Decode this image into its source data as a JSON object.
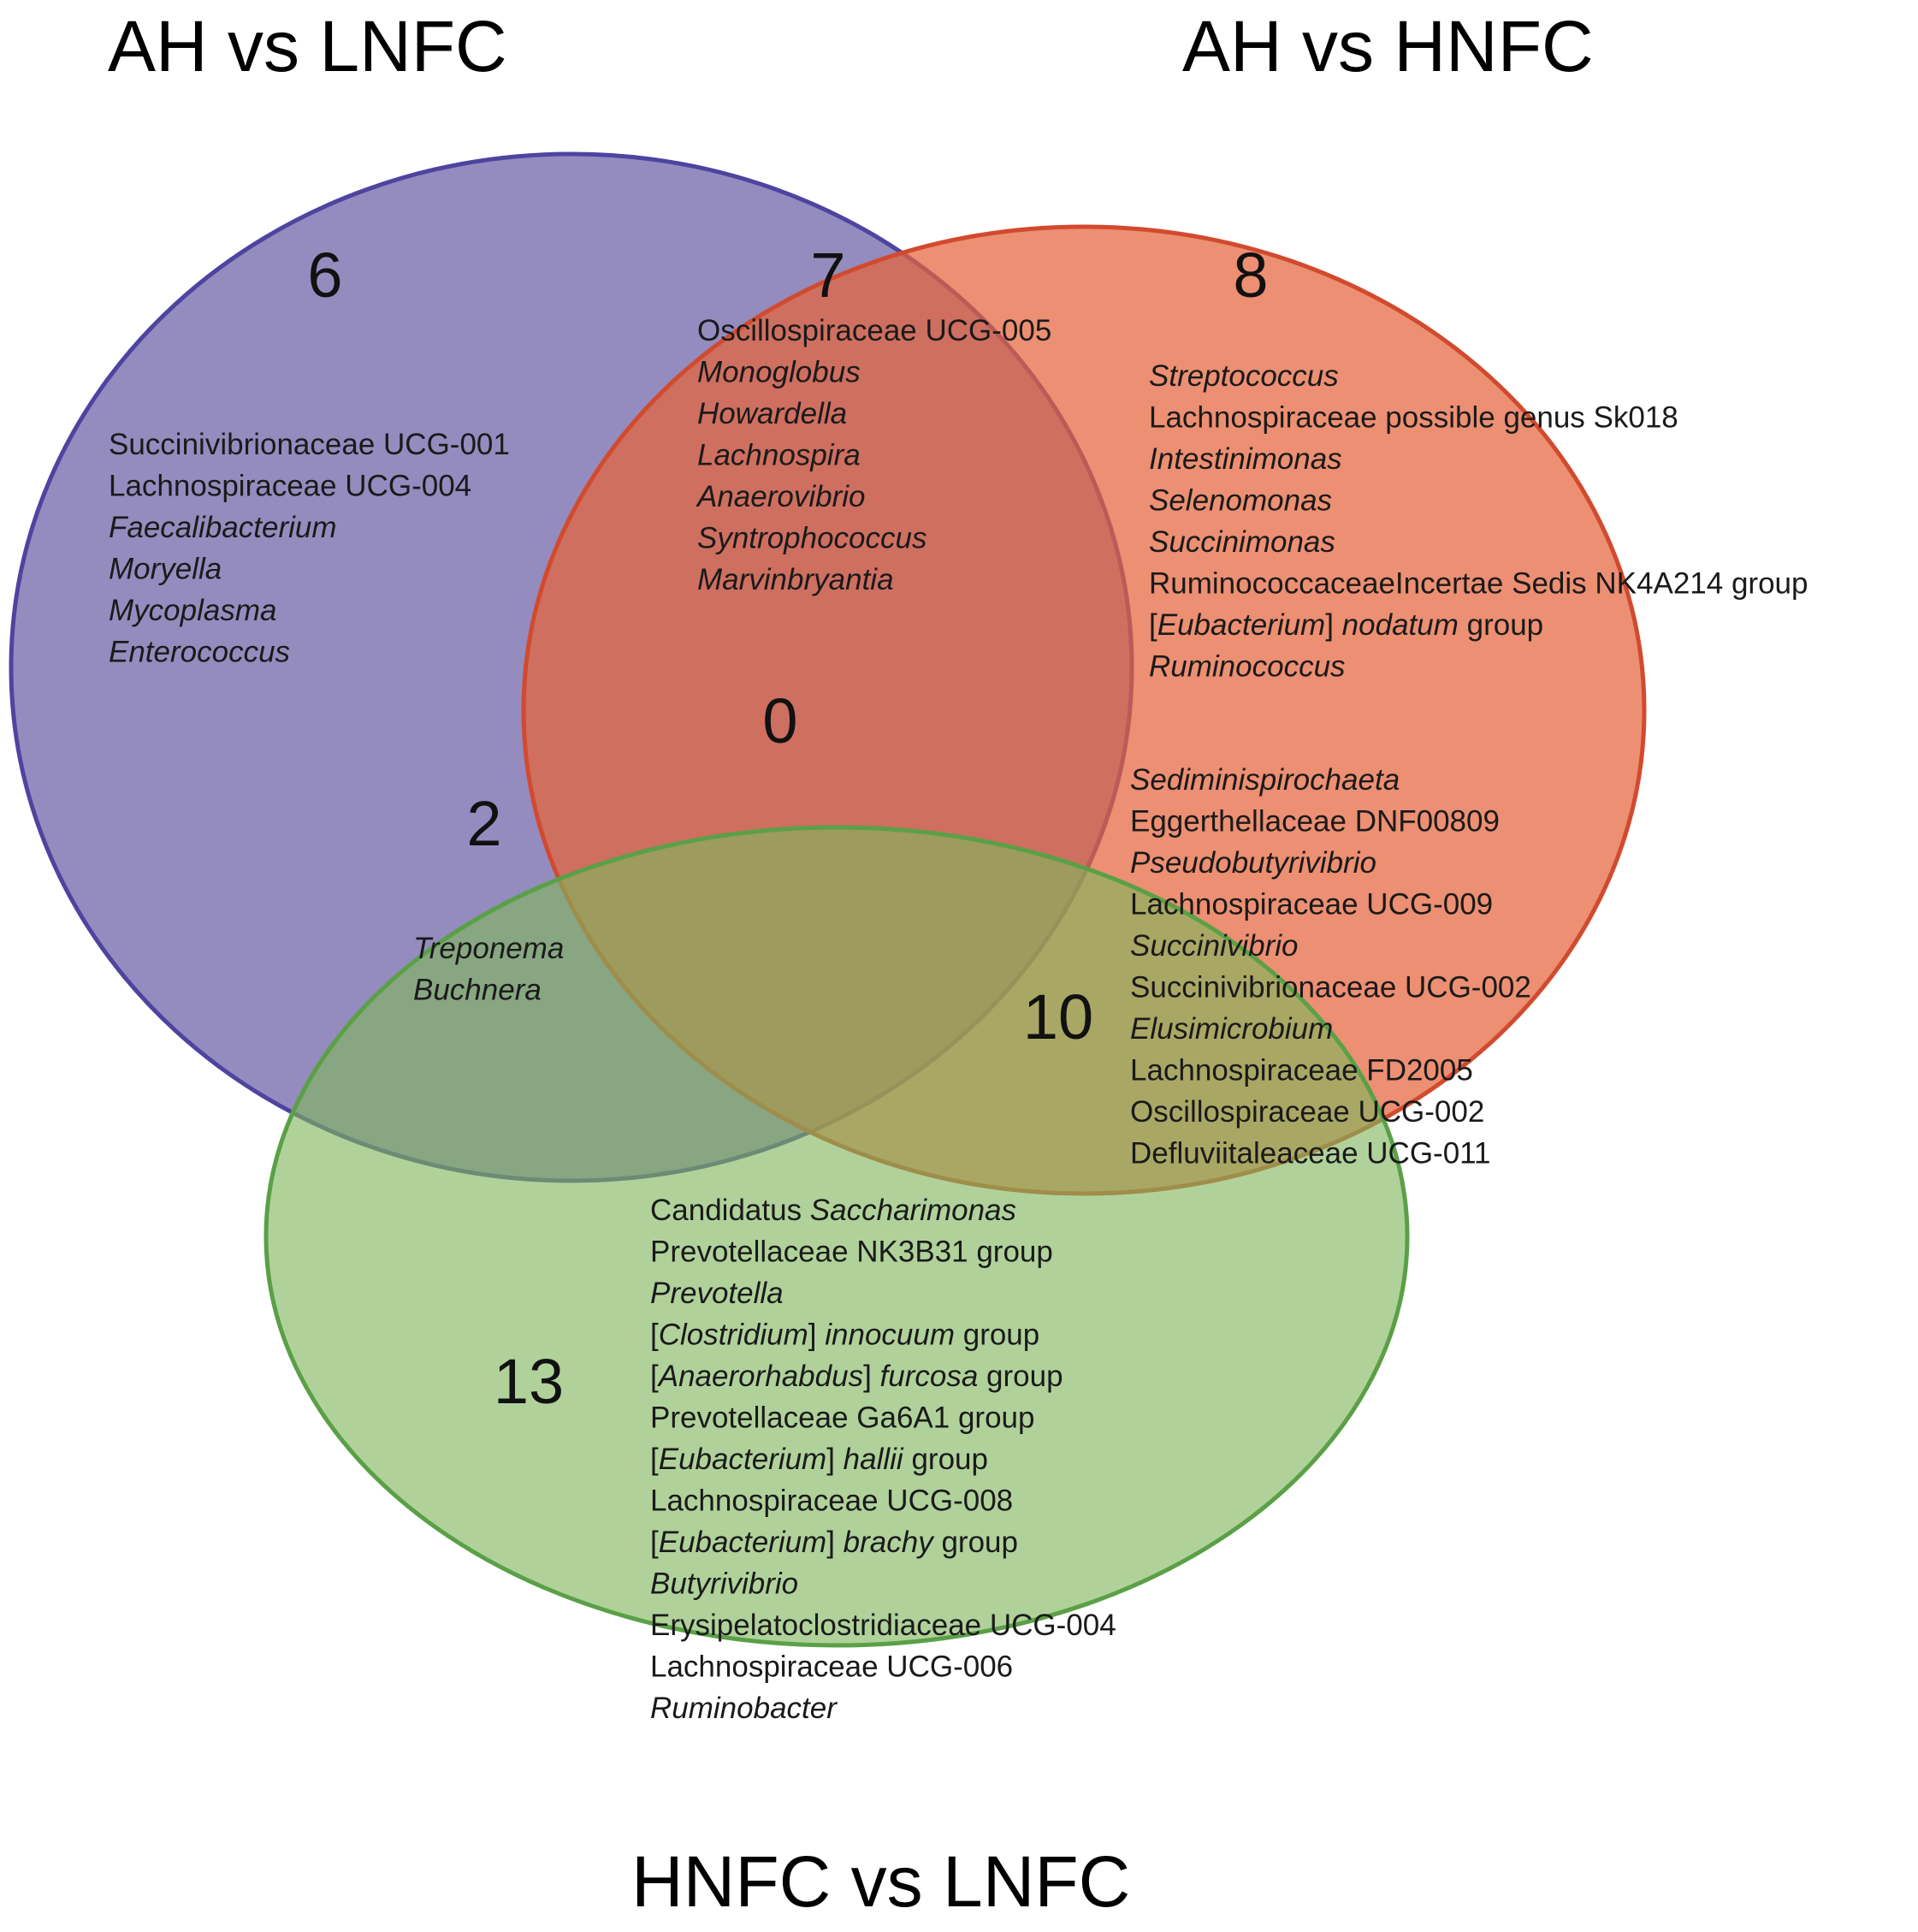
{
  "sets": [
    {
      "id": "A",
      "label": "AH vs LNFC",
      "color": "#6b5fa5",
      "stroke": "#4e44a0"
    },
    {
      "id": "B",
      "label": "AH vs HNFC",
      "color": "#e4643c",
      "stroke": "#d24a2e"
    },
    {
      "id": "C",
      "label": "HNFC vs LNFC",
      "color": "#7fb65c",
      "stroke": "#5aa046"
    }
  ],
  "regions": [
    {
      "id": "A_only",
      "count": "6",
      "taxa": [
        [
          {
            "t": "Succinivibrionaceae UCG-001"
          }
        ],
        [
          {
            "t": "Lachnospiraceae UCG-004"
          }
        ],
        [
          {
            "t": "Faecalibacterium",
            "i": true
          }
        ],
        [
          {
            "t": "Moryella",
            "i": true
          }
        ],
        [
          {
            "t": "Mycoplasma",
            "i": true
          }
        ],
        [
          {
            "t": "Enterococcus",
            "i": true
          }
        ]
      ]
    },
    {
      "id": "AB",
      "count": "7",
      "taxa": [
        [
          {
            "t": "Oscillospiraceae UCG-005"
          }
        ],
        [
          {
            "t": "Monoglobus",
            "i": true
          }
        ],
        [
          {
            "t": "Howardella",
            "i": true
          }
        ],
        [
          {
            "t": "Lachnospira",
            "i": true
          }
        ],
        [
          {
            "t": "Anaerovibrio",
            "i": true
          }
        ],
        [
          {
            "t": "Syntrophococcus",
            "i": true
          }
        ],
        [
          {
            "t": "Marvinbryantia",
            "i": true
          }
        ]
      ]
    },
    {
      "id": "B_only",
      "count": "8",
      "taxa": [
        [
          {
            "t": "Streptococcus",
            "i": true
          }
        ],
        [
          {
            "t": "Lachnospiraceae possible genus Sk018"
          }
        ],
        [
          {
            "t": "Intestinimonas",
            "i": true
          }
        ],
        [
          {
            "t": "Selenomonas",
            "i": true
          }
        ],
        [
          {
            "t": "Succinimonas",
            "i": true
          }
        ],
        [
          {
            "t": "RuminococcaceaeIncertae Sedis NK4A214 group"
          }
        ],
        [
          {
            "t": "["
          },
          {
            "t": "Eubacterium",
            "i": true
          },
          {
            "t": "] "
          },
          {
            "t": "nodatum",
            "i": true
          },
          {
            "t": " group"
          }
        ],
        [
          {
            "t": "Ruminococcus",
            "i": true
          }
        ]
      ]
    },
    {
      "id": "ABC",
      "count": "0",
      "taxa": []
    },
    {
      "id": "AC",
      "count": "2",
      "taxa": [
        [
          {
            "t": "Treponema",
            "i": true
          }
        ],
        [
          {
            "t": "Buchnera",
            "i": true
          }
        ]
      ]
    },
    {
      "id": "BC",
      "count": "10",
      "taxa": [
        [
          {
            "t": "Sediminispirochaeta",
            "i": true
          }
        ],
        [
          {
            "t": "Eggerthellaceae DNF00809"
          }
        ],
        [
          {
            "t": "Pseudobutyrivibrio",
            "i": true
          }
        ],
        [
          {
            "t": "Lachnospiraceae UCG-009"
          }
        ],
        [
          {
            "t": "Succinivibrio",
            "i": true
          }
        ],
        [
          {
            "t": "Succinivibrionaceae UCG-002"
          }
        ],
        [
          {
            "t": "Elusimicrobium",
            "i": true
          }
        ],
        [
          {
            "t": "Lachnospiraceae FD2005"
          }
        ],
        [
          {
            "t": "Oscillospiraceae UCG-002"
          }
        ],
        [
          {
            "t": "Defluviitaleaceae UCG-011"
          }
        ]
      ]
    },
    {
      "id": "C_only",
      "count": "13",
      "taxa": [
        [
          {
            "t": "Candidatus "
          },
          {
            "t": "Saccharimonas",
            "i": true
          }
        ],
        [
          {
            "t": "Prevotellaceae NK3B31 group"
          }
        ],
        [
          {
            "t": "Prevotella",
            "i": true
          }
        ],
        [
          {
            "t": "["
          },
          {
            "t": "Clostridium",
            "i": true
          },
          {
            "t": "] "
          },
          {
            "t": "innocuum",
            "i": true
          },
          {
            "t": " group"
          }
        ],
        [
          {
            "t": "["
          },
          {
            "t": "Anaerorhabdus",
            "i": true
          },
          {
            "t": "] "
          },
          {
            "t": "furcosa",
            "i": true
          },
          {
            "t": " group"
          }
        ],
        [
          {
            "t": "Prevotellaceae Ga6A1 group"
          }
        ],
        [
          {
            "t": "["
          },
          {
            "t": "Eubacterium",
            "i": true
          },
          {
            "t": "] "
          },
          {
            "t": "hallii",
            "i": true
          },
          {
            "t": " group"
          }
        ],
        [
          {
            "t": "Lachnospiraceae UCG-008"
          }
        ],
        [
          {
            "t": "["
          },
          {
            "t": "Eubacterium",
            "i": true
          },
          {
            "t": "] "
          },
          {
            "t": "brachy",
            "i": true
          },
          {
            "t": " group"
          }
        ],
        [
          {
            "t": "Butyrivibrio",
            "i": true
          }
        ],
        [
          {
            "t": "Erysipelatoclostridiaceae UCG-004"
          }
        ],
        [
          {
            "t": "Lachnospiraceae UCG-006"
          }
        ],
        [
          {
            "t": "Ruminobacter",
            "i": true
          }
        ]
      ]
    }
  ]
}
